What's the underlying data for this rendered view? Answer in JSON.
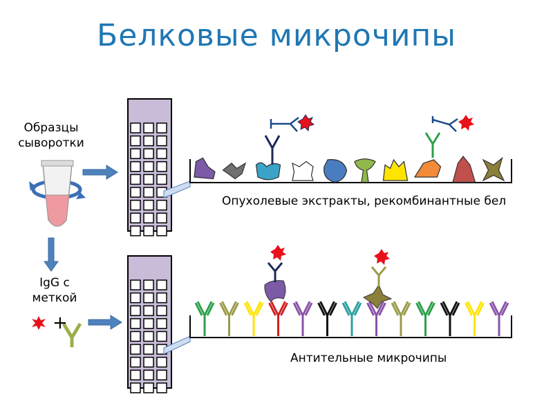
{
  "title": "Белковые микрочипы",
  "labels": {
    "serum_samples": "Образцы сыворотки",
    "labeled_igg": "IgG с меткой",
    "plus": "+",
    "top_array": "Опухолевые экстракты, рекомбинантные бел",
    "bottom_array": "Антительные микрочипы"
  },
  "colors": {
    "title": "#1f77b4",
    "chip_fill": "#c8bcd8",
    "arrow": "#4f81bd",
    "label_star": "#e8101a"
  },
  "top_proteins": [
    "#7b5aa6",
    "#707070",
    "#3ba3c8",
    "#ffffff",
    "#4a7cc0",
    "#90b84a",
    "#ffe400",
    "#f28a3a",
    "#c0504d",
    "#8b7f3a"
  ],
  "bottom_antibodies": [
    "#2aa04a",
    "#9a9a4a",
    "#ffe400",
    "#d02020",
    "#8a52a8",
    "#111111",
    "#2aa0a0",
    "#8a52a8",
    "#9a9a4a",
    "#2aa04a",
    "#111111",
    "#ffe400",
    "#8a52a8"
  ]
}
